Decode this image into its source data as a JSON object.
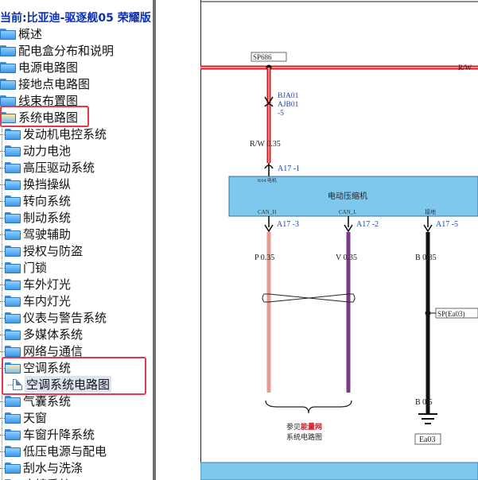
{
  "tree": {
    "title": "当前:比亚迪-驱逐舰05 荣耀版",
    "root_items": [
      "概述",
      "配电盒分布和说明",
      "电源电路图",
      "接地点电路图",
      "线束布置图"
    ],
    "system_circuit": "系统电路图",
    "system_children": [
      "发动机电控系统",
      "动力电池",
      "高压驱动系统",
      "换挡操纵",
      "转向系统",
      "制动系统",
      "驾驶辅助",
      "授权与防盗",
      "门锁",
      "车外灯光",
      "车内灯光",
      "仪表与警告系统",
      "多媒体系统",
      "网络与通信"
    ],
    "ac_system": "空调系统",
    "ac_child": "空调系统电路图",
    "after_items": [
      "气囊系统",
      "天窗",
      "车窗升降系统",
      "低压电源与配电",
      "刮水与洗涤",
      "座椅系统"
    ]
  },
  "diagram": {
    "splice_top": "SP686",
    "wire_top": "R/W",
    "connector_top_1": "BJA01",
    "connector_top_2": "AJB01",
    "connector_top_3": "-5",
    "wire_upper": "R/W 0.35",
    "pin_top": "A17 -1",
    "module_tag": "K64 电机",
    "module_name": "电动压缩机",
    "pin_label_1": "CAN_H",
    "pin_label_2": "CAN_L",
    "pin_label_3": "接地",
    "pin_1": "A17 -3",
    "pin_2": "A17 -2",
    "pin_3": "A17 -5",
    "wire_1": "P 0.35",
    "wire_2": "V 0.35",
    "wire_3": "B 0.35",
    "splice_ground": "SP(Ea03)",
    "wire_ground": "B 0.5",
    "ground_point": "Ea03",
    "ref_prefix": "参见",
    "ref_highlight": "能量网",
    "ref_line2": "系统电路图",
    "colors": {
      "red": "#d9141e",
      "pink": "#e49c97",
      "violet": "#7a3c86",
      "black": "#111111",
      "module_fill": "#7ec8ee",
      "label_blue": "#2144a6"
    }
  }
}
